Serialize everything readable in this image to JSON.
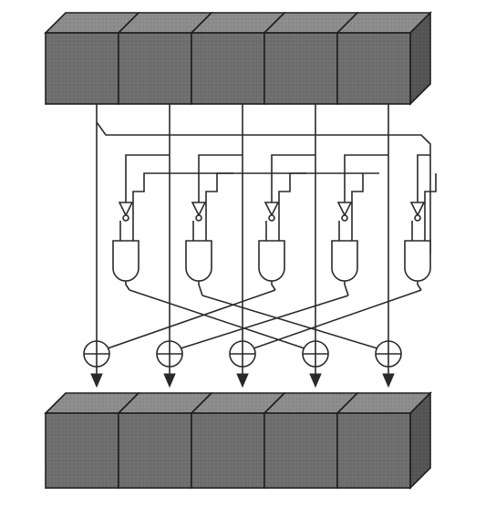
{
  "diagram": {
    "top_register": {
      "cells": 5
    },
    "bottom_register": {
      "cells": 5
    },
    "stages": 5,
    "gates": {
      "not": "triangle-with-bubble",
      "and": "d-shape",
      "xor": "circle-plus"
    },
    "colors": {
      "cell_front": "#6e6e6e",
      "cell_top": "#8c8c8c",
      "cell_side": "#545454",
      "wire": "#2a2a2a",
      "gate_fill": "#ffffff",
      "background": "#ffffff"
    }
  }
}
